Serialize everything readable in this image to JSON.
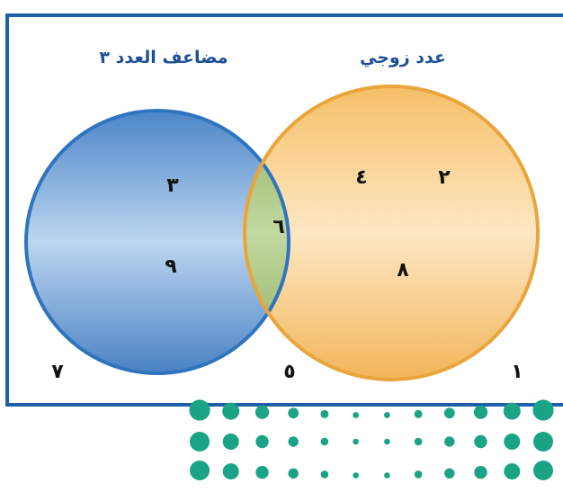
{
  "diagram": {
    "type": "venn",
    "universe_border_color": "#1f5ea8",
    "sets": [
      {
        "label": "مضاعف العدد ٣",
        "fill_color": "#5f95d2",
        "stroke_color": "#2f74bf"
      },
      {
        "label": "عدد زوجي",
        "fill_color": "#f7c26f",
        "stroke_color": "#e9a53c"
      }
    ],
    "intersection_color": "#97b665",
    "regions": {
      "set_a_only": [
        "٣",
        "٩"
      ],
      "intersection": [
        "٦"
      ],
      "set_b_only": [
        "٤",
        "٢",
        "٨"
      ],
      "outside": [
        "٧",
        "٥",
        "١"
      ]
    }
  },
  "decoration": {
    "name": "dot-pattern",
    "color": "#1aa385"
  }
}
